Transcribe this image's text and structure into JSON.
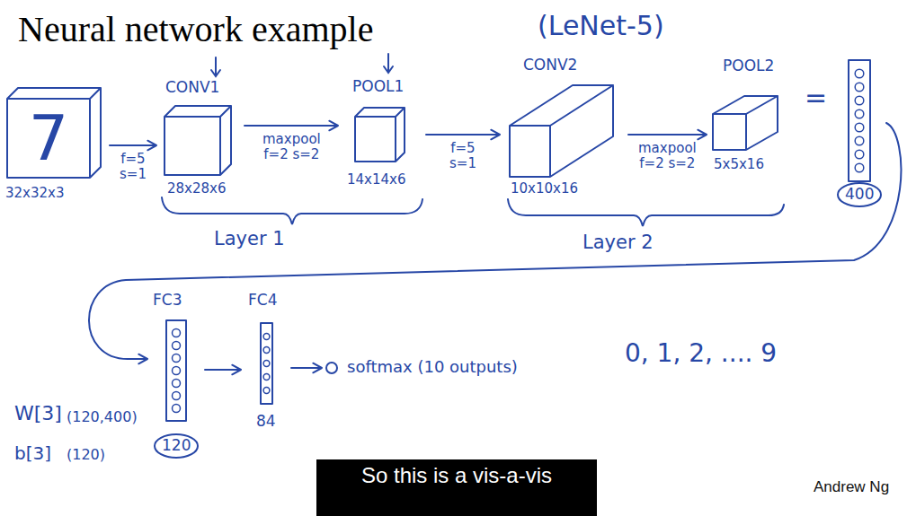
{
  "diagram": {
    "title": "Neural network example",
    "caption": "So this is a vis-a-vis",
    "nodes": [
      {
        "text": [
          "7",
          "32x32x3"
        ]
      },
      {
        "text": [
          "CONV1",
          "28x28x6"
        ]
      },
      {
        "text": [
          "POOL1",
          "14x14x6"
        ]
      },
      {
        "text": [
          "CONV2",
          "10x10x16"
        ]
      },
      {
        "text": [
          "POOL2",
          "5x5x16"
        ]
      },
      {
        "text": [
          "400"
        ]
      },
      {
        "text": [
          "FC3",
          "120"
        ]
      },
      {
        "text": [
          "FC4",
          "84"
        ]
      },
      {
        "text": [
          "softmax (10 outputs)"
        ]
      }
    ],
    "edges": [
      {
        "from": 0,
        "to": 1,
        "label": "f=5 s=1",
        "arrow": "to"
      },
      {
        "from": 1,
        "to": 2,
        "label": "maxpool f=2 s=2",
        "arrow": "to"
      },
      {
        "from": 2,
        "to": 3,
        "label": "f=5 s=1",
        "arrow": "to"
      },
      {
        "from": 3,
        "to": 4,
        "label": "maxpool f=2 s=2",
        "arrow": "to"
      },
      {
        "from": 5,
        "to": 6,
        "arrow": "to"
      },
      {
        "from": 6,
        "to": 7,
        "arrow": "to"
      },
      {
        "from": 7,
        "to": 8,
        "arrow": "to"
      }
    ],
    "labels": [
      "(LeNet-5)",
      "=",
      "Layer 1",
      "Layer 2",
      "W[3]",
      "(120,400)",
      "b[3]",
      "(120)",
      "0, 1, 2, .... 9",
      "Andrew Ng"
    ]
  }
}
